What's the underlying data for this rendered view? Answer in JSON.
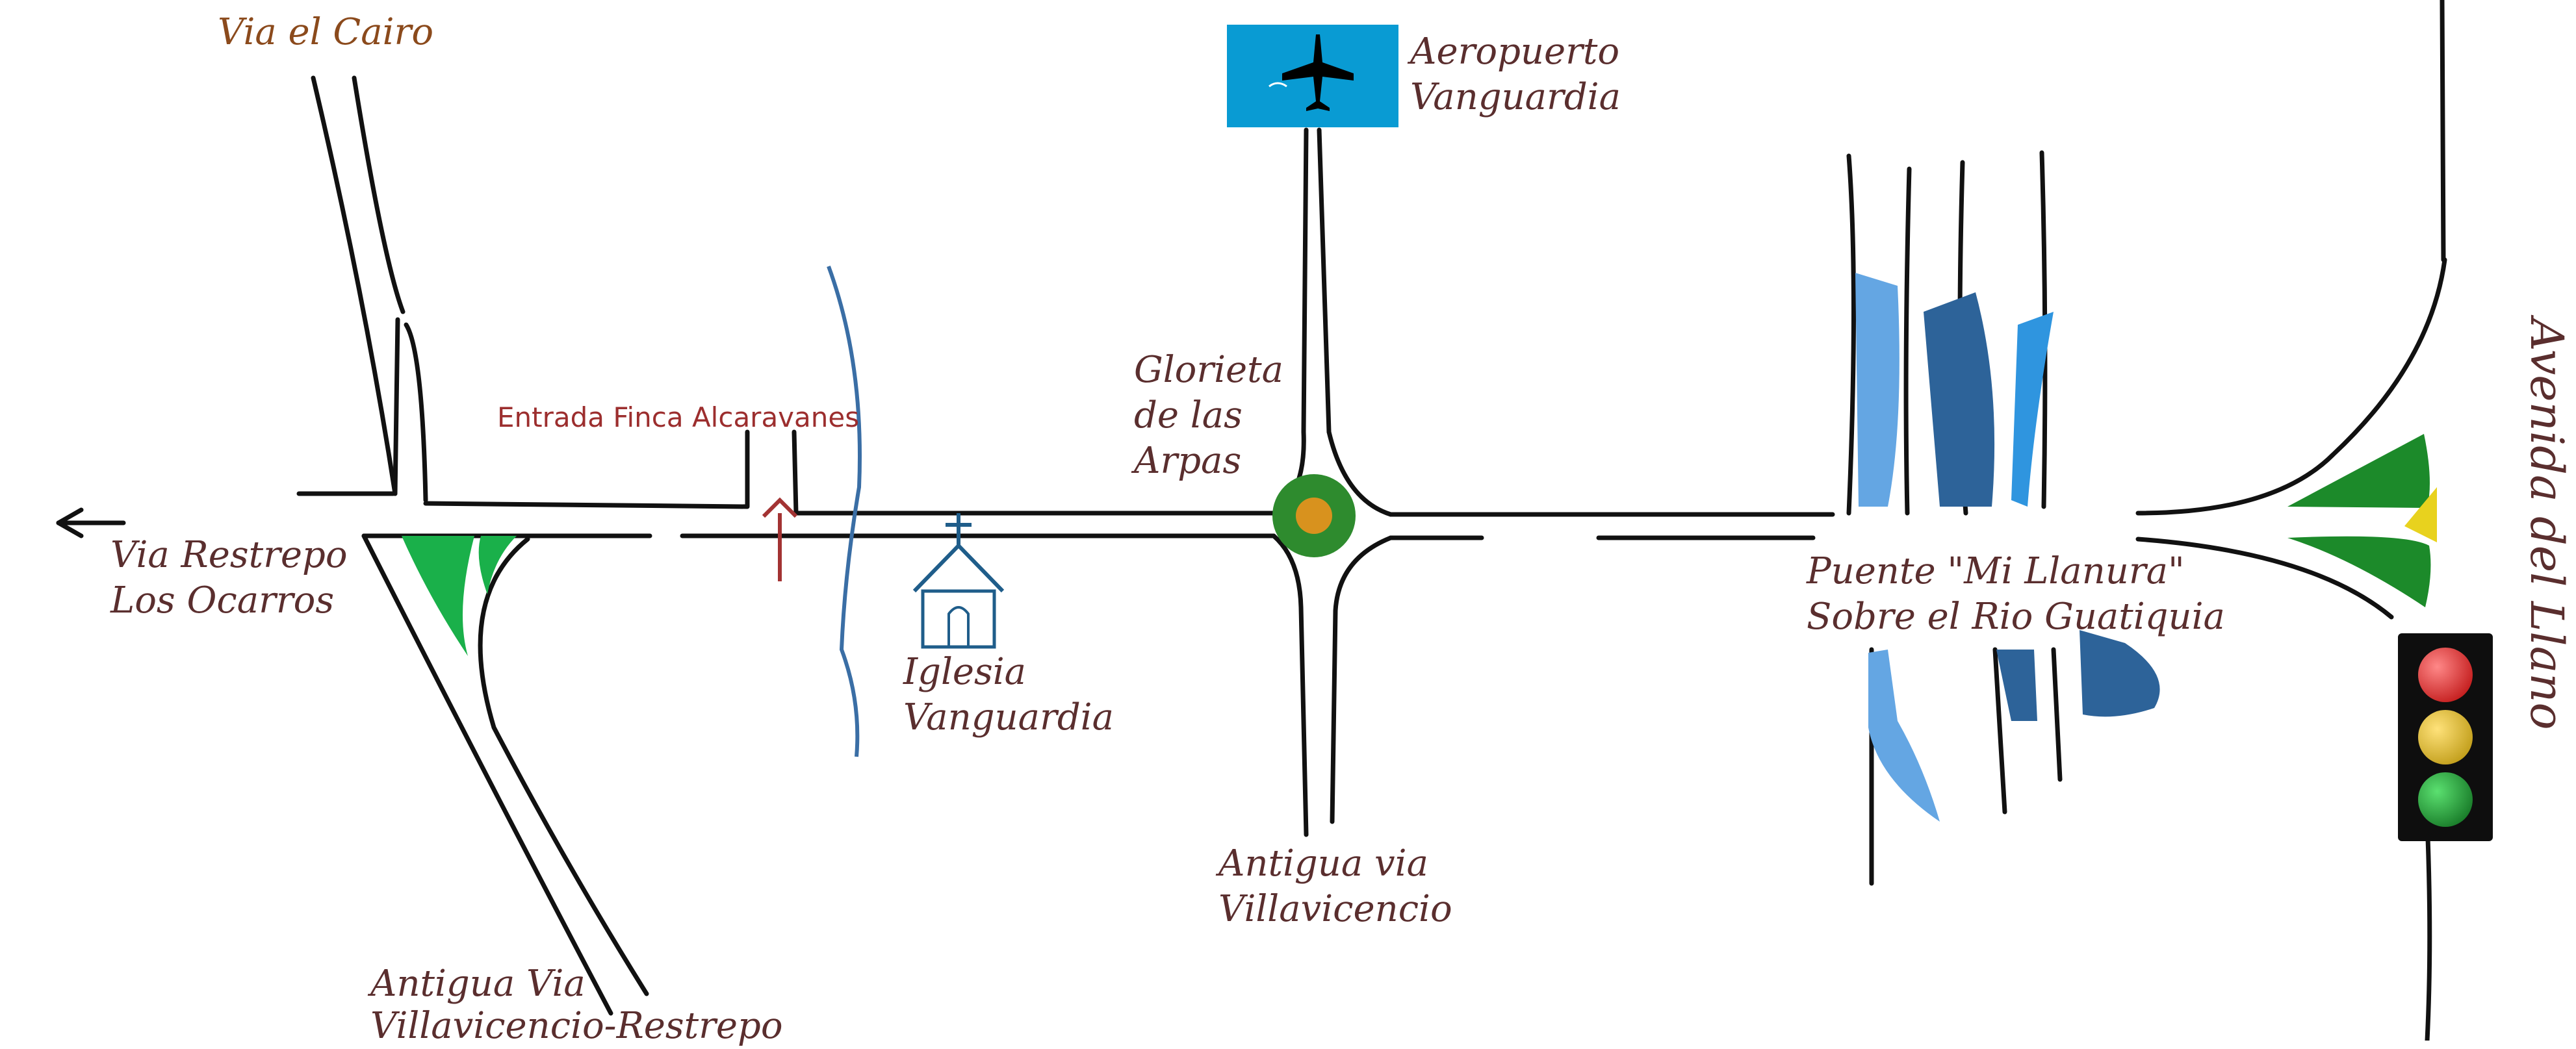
{
  "labels": {
    "via_cairo": "Via el Cairo",
    "aeropuerto_1": "Aeropuerto",
    "aeropuerto_2": "Vanguardia",
    "entrada_finca": "Entrada Finca Alcaravanes",
    "glorieta_1": "Glorieta",
    "glorieta_2": "de las",
    "glorieta_3": "Arpas",
    "restrepo_1": "Via Restrepo",
    "restrepo_2": "Los Ocarros",
    "iglesia_1": "Iglesia",
    "iglesia_2": "Vanguardia",
    "puente_1": "Puente \"Mi Llanura\"",
    "puente_2": "Sobre el Rio Guatiquia",
    "antigua_vill_1": "Antigua via",
    "antigua_vill_2": "Villavicencio",
    "antigua_rest_1": "Antigua Via",
    "antigua_rest_2": "Villavicencio-Restrepo",
    "avenida_llano": "Avenida del Llano"
  },
  "icons": {
    "airport": "airplane-icon",
    "church": "church-icon",
    "roundabout": "roundabout-icon",
    "traffic_light": "traffic-light-icon",
    "entrance": "arrow-up-icon",
    "direction": "arrow-left-icon"
  },
  "colors": {
    "road": "#111111",
    "label": "#5a2e2e",
    "label_brown": "#8b4a1c",
    "entrance": "#a33333",
    "river": "#3a6ea5",
    "water_light": "#64a6e3",
    "water_dark": "#2d6399",
    "grass": "#1c8a2a",
    "airport_bg": "#099bd3",
    "roundabout_ring": "#2e8b2e",
    "roundabout_center": "#d8921e"
  }
}
